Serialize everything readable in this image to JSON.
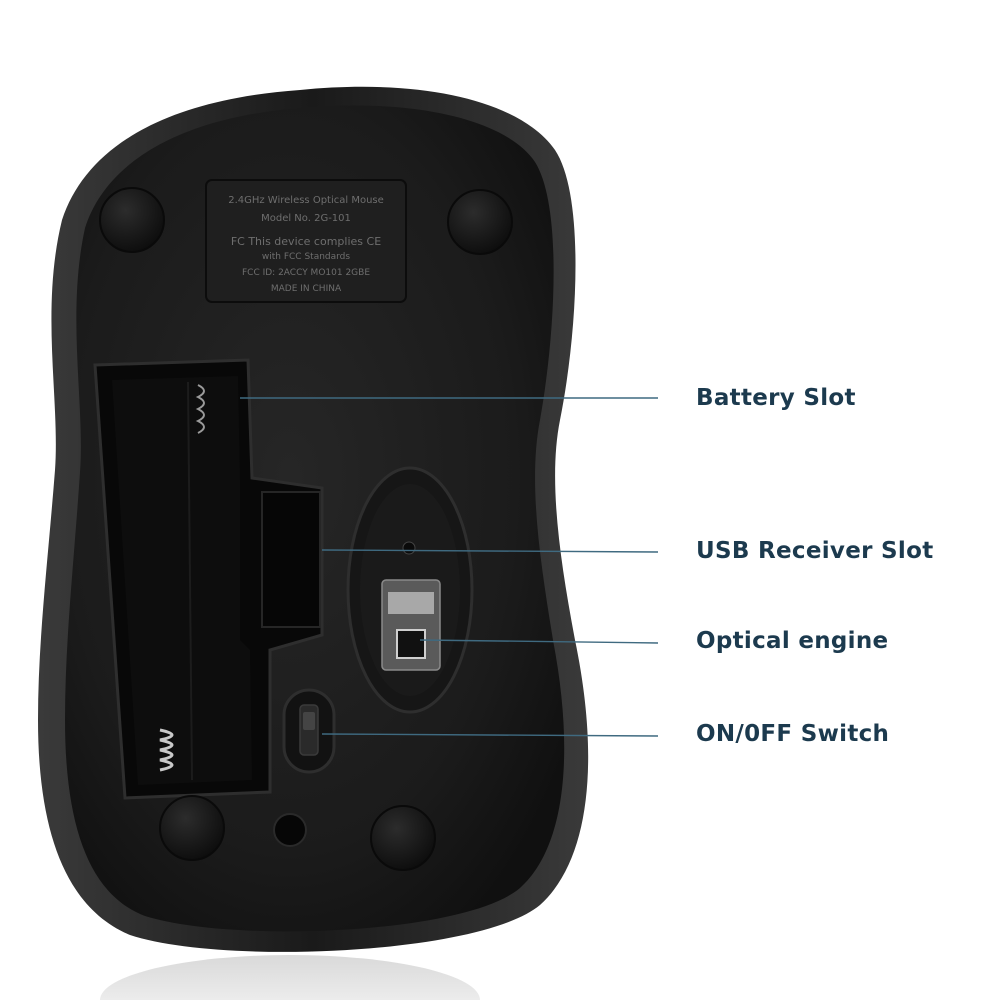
{
  "product": {
    "label_plate_lines": [
      "2.4GHz Wireless Optical Mouse",
      "Model No. 2G-101",
      "FC  This device complies  CE",
      "with FCC Standards",
      "FCC ID: 2ACCY MO101 2GBE",
      "MADE IN CHINA"
    ]
  },
  "callouts": {
    "battery_slot": "Battery Slot",
    "usb_receiver_slot": "USB Receiver Slot",
    "optical_engine": "Optical engine",
    "on_off_switch": "ON/0FF Switch"
  },
  "colors": {
    "label_text": "#1c3a4e",
    "leader_line": "#3f6a80",
    "mouse_body": "#1d1d1d",
    "mouse_edge": "#2b2b2b",
    "background": "#ffffff"
  }
}
